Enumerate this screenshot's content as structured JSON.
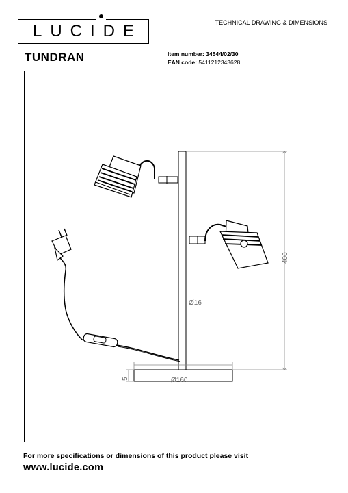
{
  "brand": {
    "logo_text": "LUCIDE"
  },
  "header": {
    "doc_title": "TECHNICAL DRAWING & DIMENSIONS"
  },
  "product": {
    "name": "TUNDRAN",
    "item_label": "Item number:",
    "item_value": "34544/02/30",
    "ean_label": "EAN code:",
    "ean_value": "5411212343628"
  },
  "dimensions": {
    "height": "400",
    "rod_diameter": "Ø16",
    "base_diameter": "Ø160",
    "base_height": "5"
  },
  "footer": {
    "info": "For more specifications or dimensions of this product please visit",
    "url": "www.lucide.com"
  }
}
